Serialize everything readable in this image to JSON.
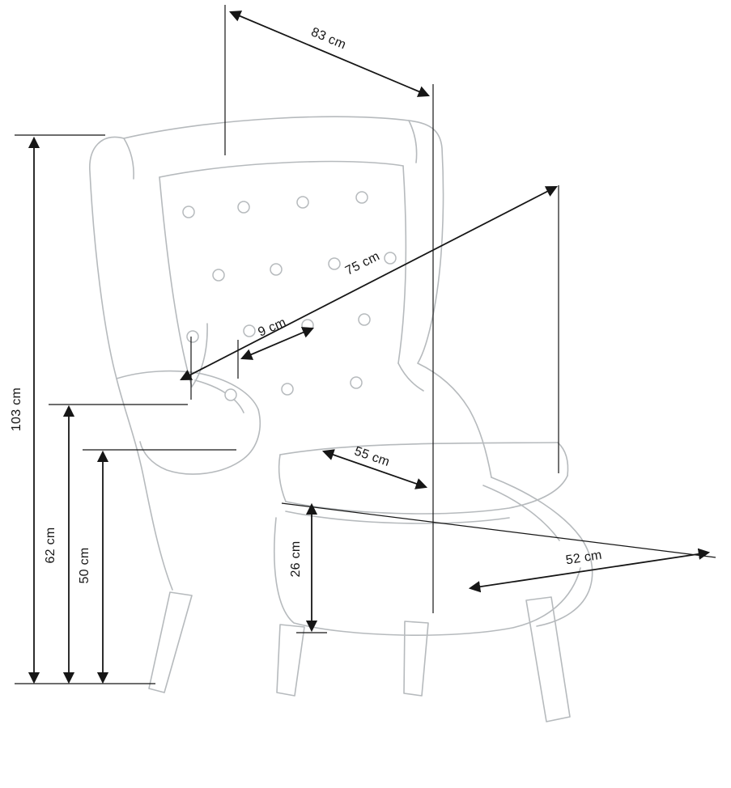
{
  "colors": {
    "background": "#ffffff",
    "chair_line": "#b6babd",
    "dimension_line": "#161616"
  },
  "dimensions": {
    "d83": {
      "label": "83 cm",
      "value_cm": 83
    },
    "d75": {
      "label": "75 cm",
      "value_cm": 75
    },
    "d9": {
      "label": "9 cm",
      "value_cm": 9
    },
    "d103": {
      "label": "103 cm",
      "value_cm": 103
    },
    "d62": {
      "label": "62 cm",
      "value_cm": 62
    },
    "d50": {
      "label": "50 cm",
      "value_cm": 50
    },
    "d55": {
      "label": "55 cm",
      "value_cm": 55
    },
    "d26": {
      "label": "26 cm",
      "value_cm": 26
    },
    "d52": {
      "label": "52 cm",
      "value_cm": 52
    }
  }
}
